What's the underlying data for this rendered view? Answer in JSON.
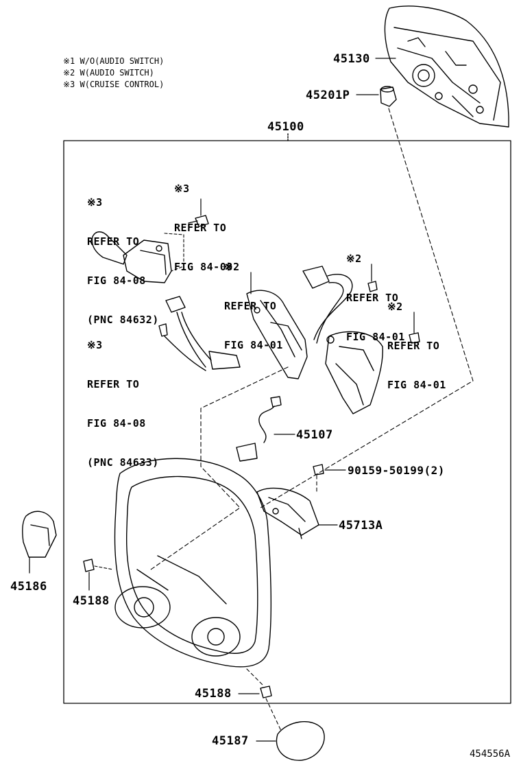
{
  "notes": [
    "※1 W/O(AUDIO SWITCH)",
    "※2 W(AUDIO SWITCH)",
    "※3 W(CRUISE CONTROL)"
  ],
  "parts": {
    "p45130": "45130",
    "p45201p": "45201P",
    "p45100": "45100",
    "p45107": "45107",
    "p90159": "90159-50199(2)",
    "p45713a": "45713A",
    "p45186": "45186",
    "p45188a": "45188",
    "p45188b": "45188",
    "p45187": "45187"
  },
  "refs": {
    "ref_cruise_lever": [
      "※3",
      "REFER TO",
      "FIG 84-08",
      "(PNC 84632)"
    ],
    "ref_cruise_screw": [
      "※3",
      "REFER TO",
      "FIG 84-08"
    ],
    "ref_cruise_harness": [
      "※3",
      "REFER TO",
      "FIG 84-08",
      "(PNC 84633)"
    ],
    "ref_audio_left": [
      "※2",
      "REFER TO",
      "FIG 84-01"
    ],
    "ref_audio_screw": [
      "※2",
      "REFER TO",
      "FIG 84-01"
    ],
    "ref_audio_right": [
      "※2",
      "REFER TO",
      "FIG 84-01"
    ]
  },
  "figure_code": "454556A"
}
